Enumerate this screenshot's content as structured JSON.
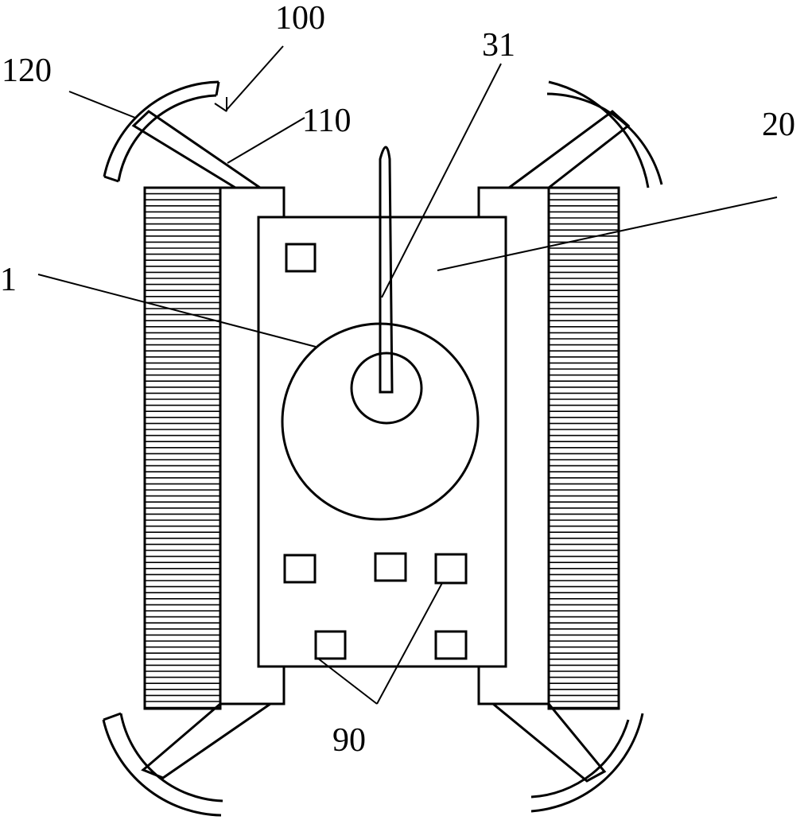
{
  "labels": {
    "device": "100",
    "arm": "120",
    "link": "110",
    "needle": "31",
    "board": "20",
    "disc": "1",
    "pads": "90"
  }
}
